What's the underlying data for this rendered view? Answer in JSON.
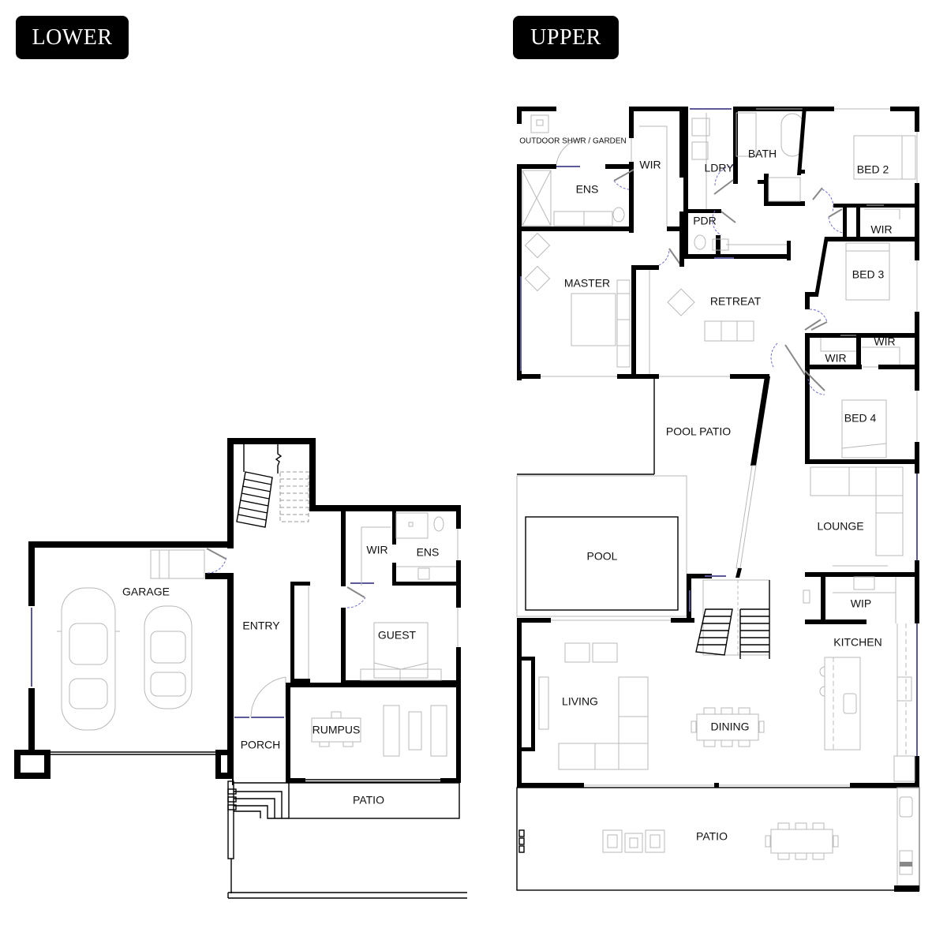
{
  "badges": {
    "lower": "LOWER",
    "upper": "UPPER"
  },
  "lower_floor": {
    "rooms": {
      "garage": "GARAGE",
      "entry": "ENTRY",
      "wir": "WIR",
      "ens": "ENS",
      "guest": "GUEST",
      "rumpus": "RUMPUS",
      "porch": "PORCH",
      "patio": "PATIO"
    },
    "fixtures": [
      "car-icon",
      "car-icon",
      "stair-icon",
      "bed-icon",
      "toilet-icon",
      "shower-icon",
      "table-icon"
    ]
  },
  "upper_floor": {
    "rooms": {
      "outdoor": "OUTDOOR SHWR / GARDEN",
      "wir_master": "WIR",
      "ens": "ENS",
      "ldry": "LDRY",
      "bath": "BATH",
      "bed2": "BED 2",
      "pdr": "PDR",
      "wir_bed2": "WIR",
      "master": "MASTER",
      "retreat": "RETREAT",
      "bed3": "BED 3",
      "wir_bed3": "WIR",
      "wir_bed4": "WIR",
      "pool_patio": "POOL PATIO",
      "bed4": "BED 4",
      "lounge": "LOUNGE",
      "pool": "POOL",
      "wip": "WIP",
      "kitchen": "KITCHEN",
      "living": "LIVING",
      "dining": "DINING",
      "patio": "PATIO"
    },
    "fixtures": [
      "bath-icon",
      "bed-icon",
      "sofa-icon",
      "dining-table-icon",
      "stair-icon",
      "sink-icon",
      "cooktop-icon",
      "bbq-icon"
    ]
  }
}
